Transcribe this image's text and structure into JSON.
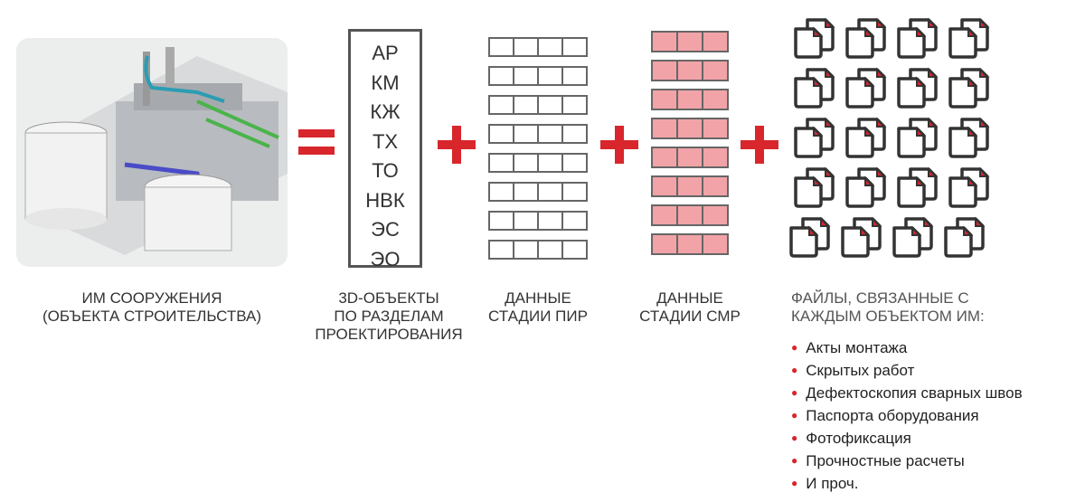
{
  "model": {
    "label_line1": "ИМ СООРУЖЕНИЯ",
    "label_line2": "(ОБЪЕКТА СТРОИТЕЛЬСТВА)"
  },
  "sections": {
    "items": [
      "АР",
      "КМ",
      "КЖ",
      "ТХ",
      "ТО",
      "НВК",
      "ЭС",
      "ЭО"
    ],
    "label_line1": "3D-ОБЪЕКТЫ",
    "label_line2": "ПО РАЗДЕЛАМ",
    "label_line3": "ПРОЕКТИРОВАНИЯ"
  },
  "pir": {
    "label_line1": "ДАННЫЕ",
    "label_line2": "СТАДИИ ПИР"
  },
  "smr": {
    "label_line1": "ДАННЫЕ",
    "label_line2": "СТАДИИ СМР"
  },
  "files": {
    "title_line1": "ФАЙЛЫ, СВЯЗАННЫЕ С",
    "title_line2": "КАЖДЫМ ОБЪЕКТОМ ИМ:",
    "items": [
      "Акты монтажа",
      "Скрытых работ",
      "Дефектоскопия сварных швов",
      "Паспорта оборудования",
      "Фотофиксация",
      "Прочностные расчеты",
      "И проч."
    ]
  },
  "colors": {
    "accent": "#d8262c",
    "pink": "#f1a3a8"
  }
}
